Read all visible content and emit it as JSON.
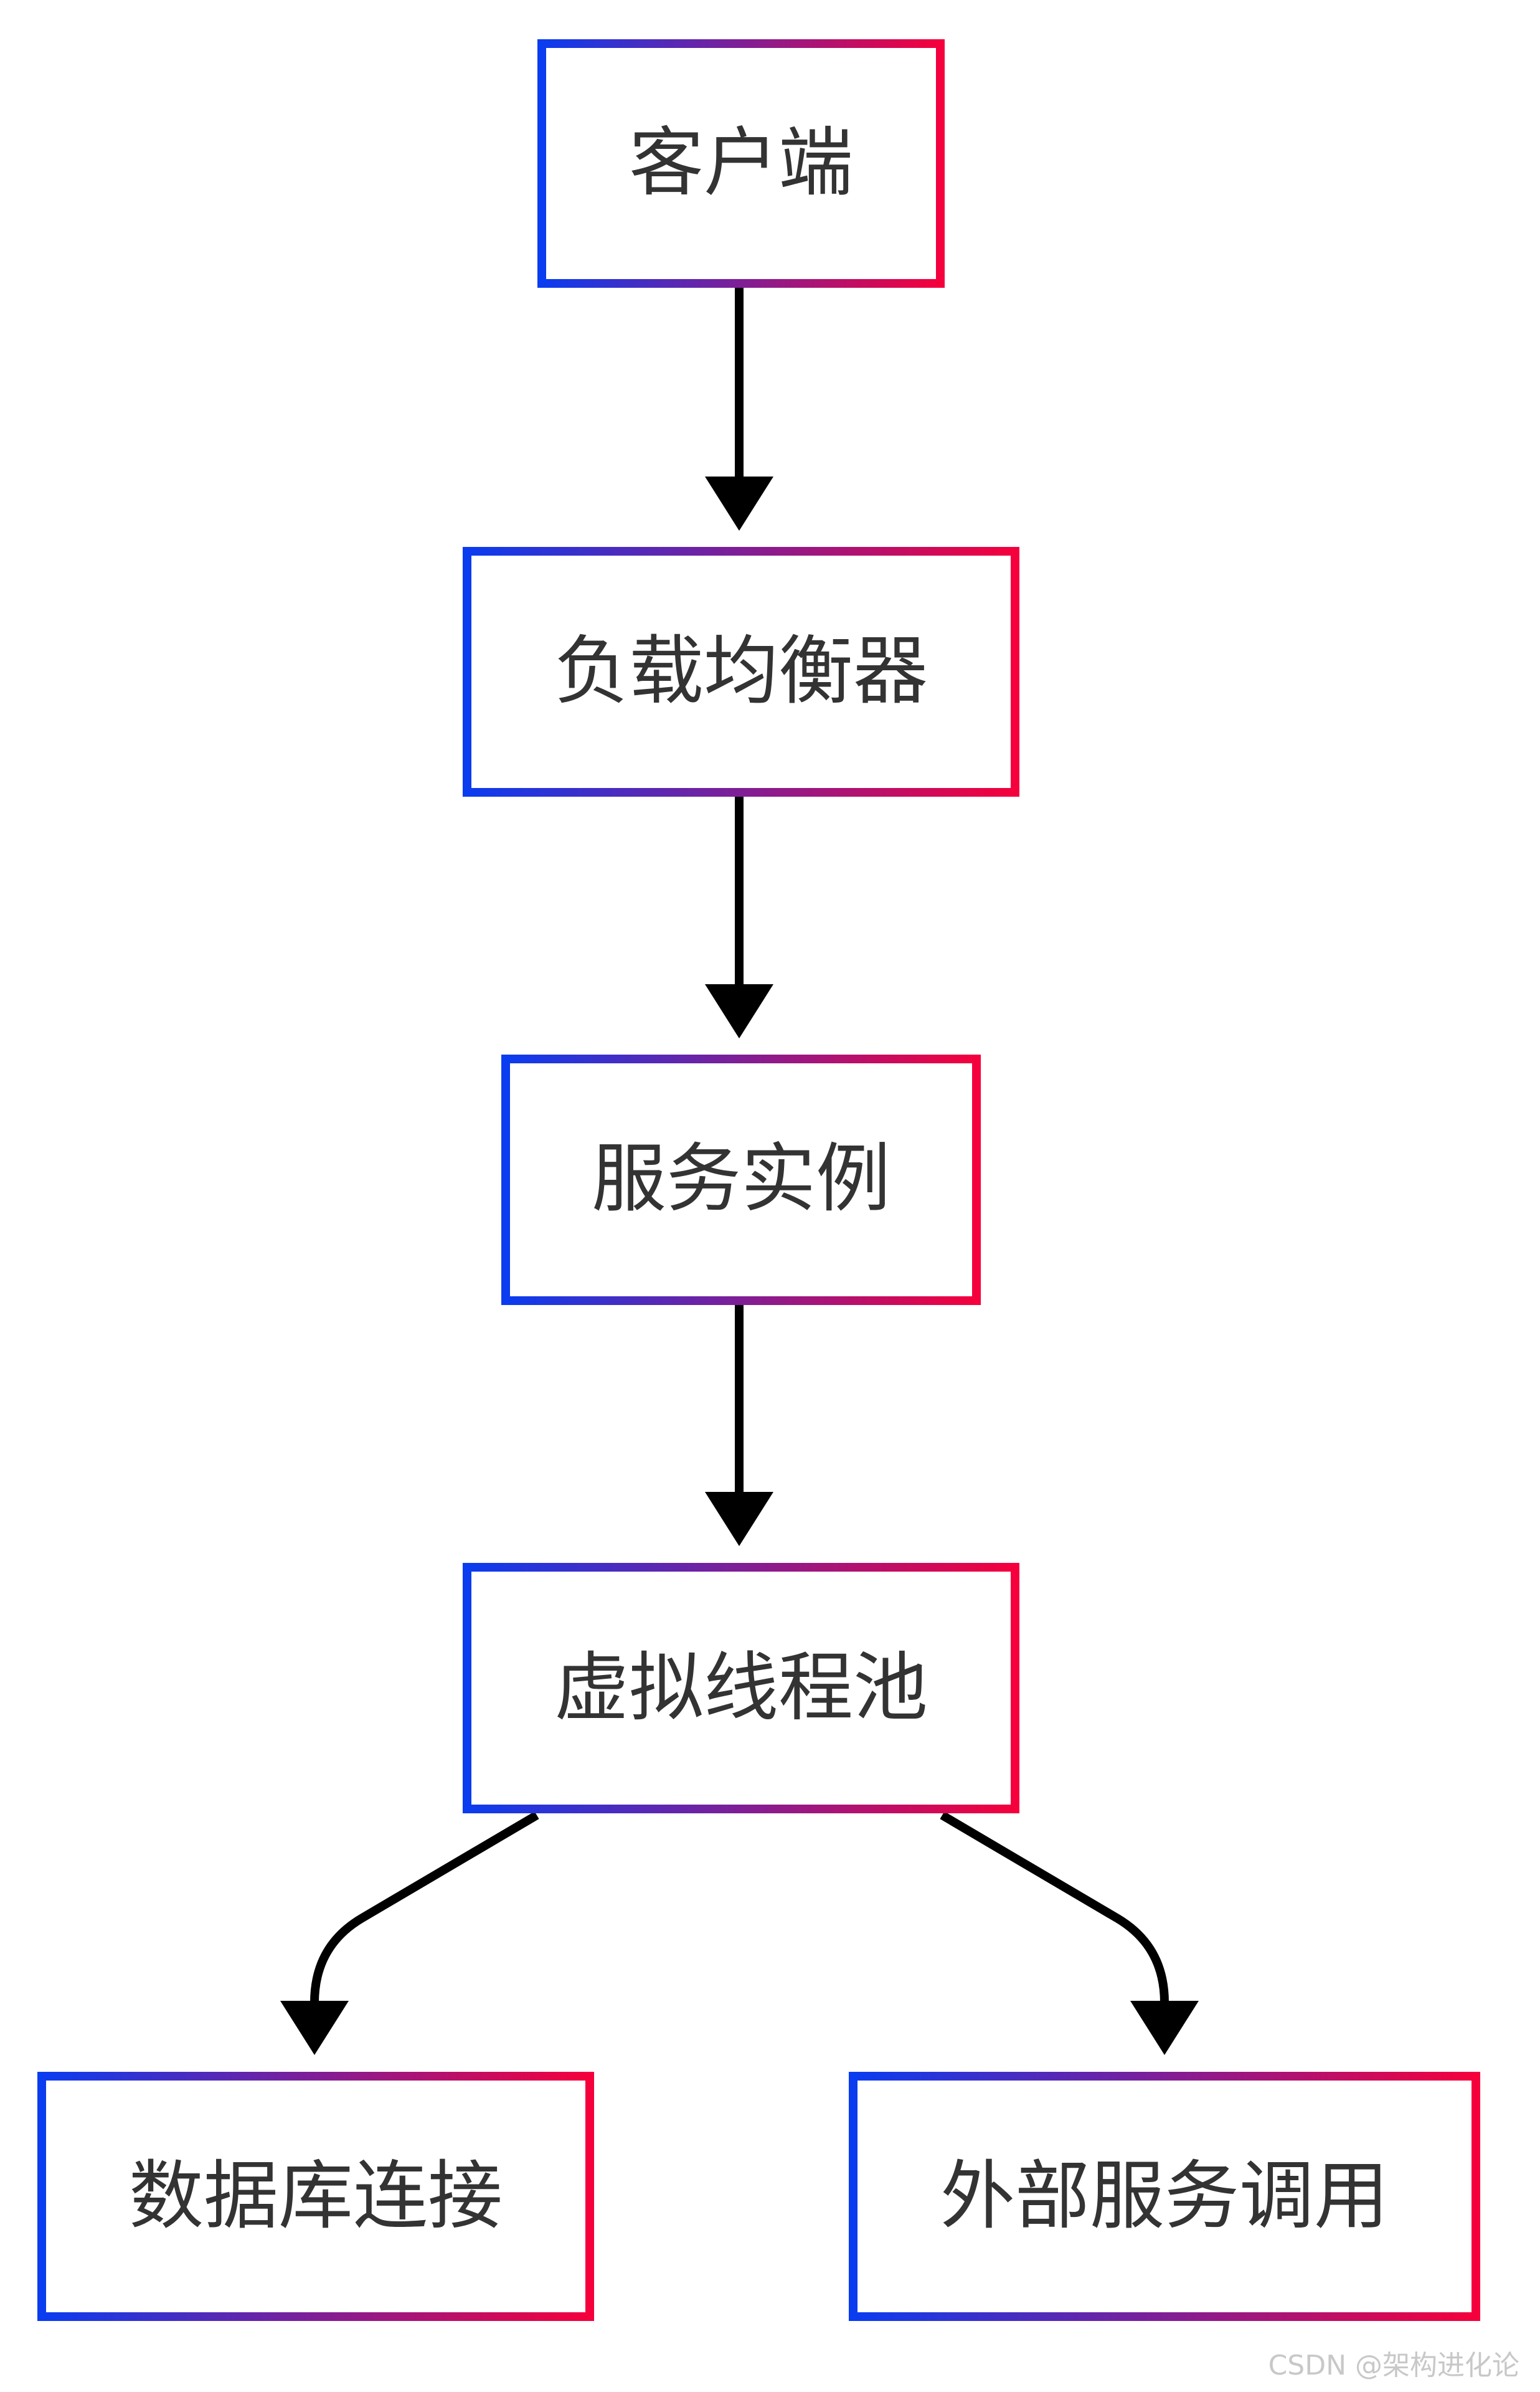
{
  "diagram": {
    "nodes": [
      {
        "id": "client",
        "label": "客户端"
      },
      {
        "id": "load-balancer",
        "label": "负载均衡器"
      },
      {
        "id": "service-instance",
        "label": "服务实例"
      },
      {
        "id": "virtual-thread-pool",
        "label": "虚拟线程池"
      },
      {
        "id": "database-connection",
        "label": "数据库连接"
      },
      {
        "id": "external-service-call",
        "label": "外部服务调用"
      }
    ],
    "edges": [
      {
        "from": "client",
        "to": "load-balancer"
      },
      {
        "from": "load-balancer",
        "to": "service-instance"
      },
      {
        "from": "service-instance",
        "to": "virtual-thread-pool"
      },
      {
        "from": "virtual-thread-pool",
        "to": "database-connection"
      },
      {
        "from": "virtual-thread-pool",
        "to": "external-service-call"
      }
    ],
    "node_border_gradient": [
      "#0a3cf0",
      "#f5003c"
    ],
    "edge_color": "#000000"
  },
  "watermark": "CSDN @架构进化论"
}
